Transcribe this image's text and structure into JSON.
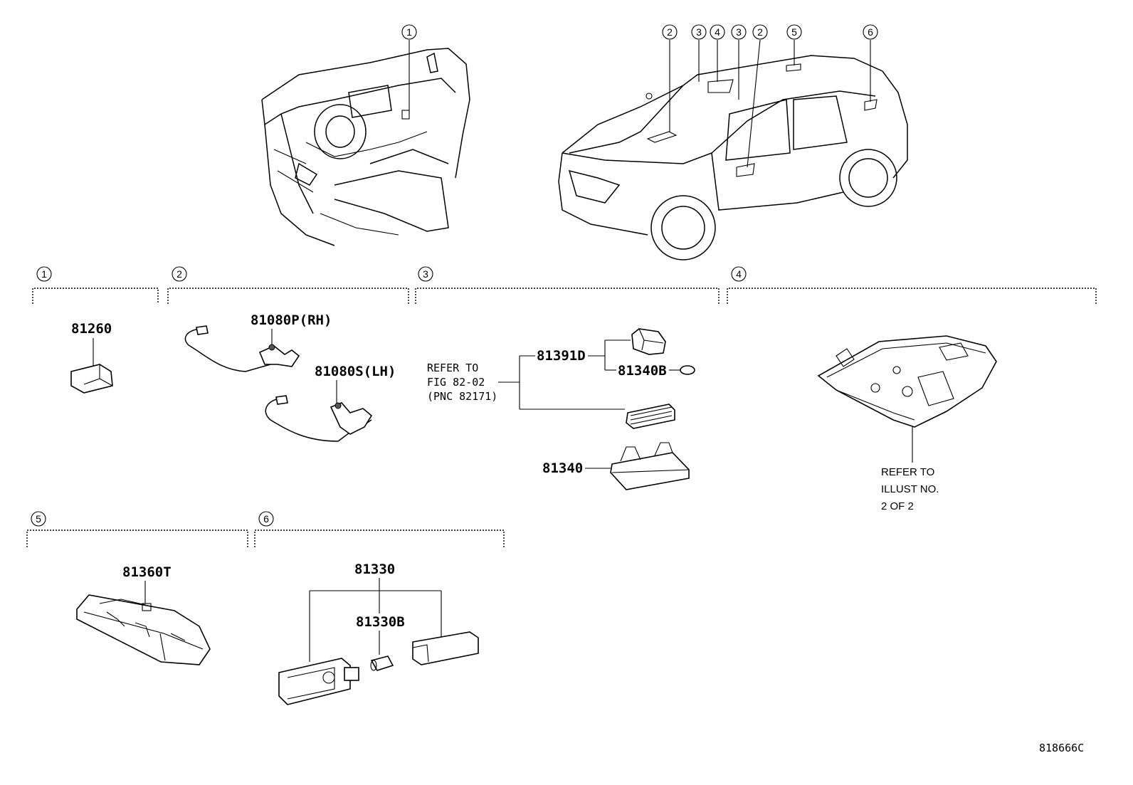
{
  "overview": {
    "dash_callouts": [
      "1"
    ],
    "car_callouts": [
      "2",
      "3",
      "4",
      "3",
      "2",
      "5",
      "6"
    ]
  },
  "groups": [
    {
      "number": "1",
      "parts": [
        {
          "pn": "81260"
        }
      ]
    },
    {
      "number": "2",
      "parts": [
        {
          "pn": "81080P(RH)"
        },
        {
          "pn": "81080S(LH)"
        }
      ]
    },
    {
      "number": "3",
      "note": [
        "REFER TO",
        "FIG 82-02",
        "(PNC 82171)"
      ],
      "parts": [
        {
          "pn": "81391D"
        },
        {
          "pn": "81340B"
        },
        {
          "pn": "81340"
        }
      ]
    },
    {
      "number": "4",
      "note": [
        "REFER TO",
        "ILLUST NO.",
        "2 OF 2"
      ]
    },
    {
      "number": "5",
      "parts": [
        {
          "pn": "81360T"
        }
      ]
    },
    {
      "number": "6",
      "parts": [
        {
          "pn": "81330"
        },
        {
          "pn": "81330B"
        }
      ]
    }
  ],
  "illustration_id": "818666C"
}
